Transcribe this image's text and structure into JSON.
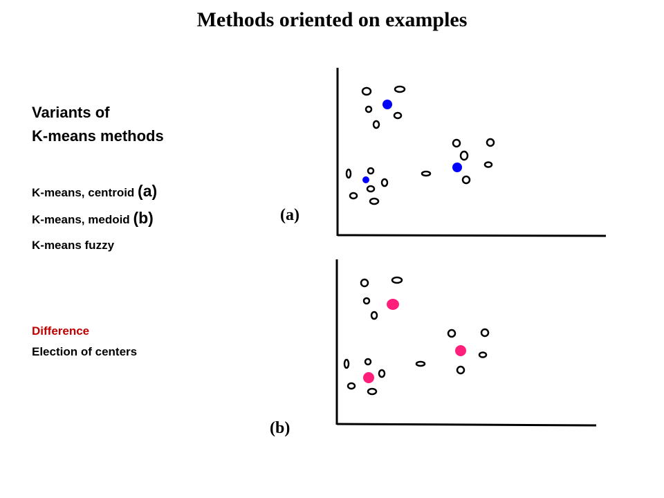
{
  "title": "Methods oriented on examples",
  "heading": {
    "line1": "Variants of",
    "line2": "K-means methods"
  },
  "methods": [
    {
      "name": "K-means, centroid",
      "tag": "(a)"
    },
    {
      "name": "K-means, medoid",
      "tag": "(b)"
    },
    {
      "name": "K-means fuzzy",
      "tag": ""
    }
  ],
  "difference": {
    "label": "Difference",
    "text": "Election of centers"
  },
  "plots": {
    "a_label": "(a)",
    "b_label": "(b)"
  },
  "colors": {
    "heading": "#c00000",
    "centroid": "#0000ff",
    "medoid": "#ff1f7a",
    "axis": "#000000"
  }
}
